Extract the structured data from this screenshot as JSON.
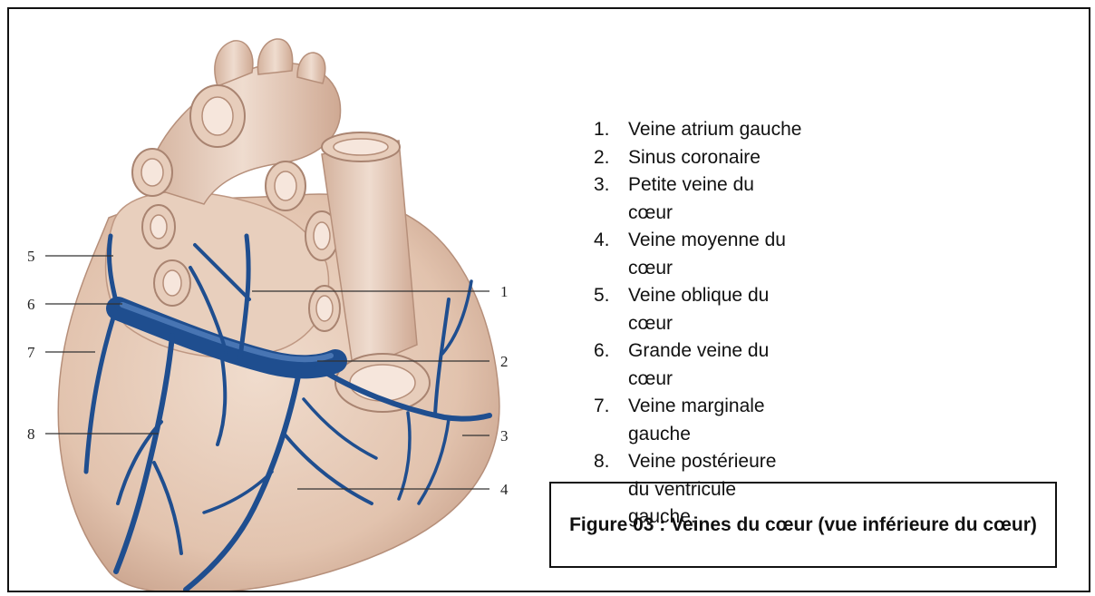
{
  "legend": [
    {
      "number": "1.",
      "text": "Veine atrium gauche"
    },
    {
      "number": "2.",
      "text": "Sinus coronaire"
    },
    {
      "number": "3.",
      "text": "Petite veine du cœur"
    },
    {
      "number": "4.",
      "text": "Veine moyenne du cœur"
    },
    {
      "number": "5.",
      "text": "Veine oblique du cœur"
    },
    {
      "number": "6.",
      "text": "Grande veine du cœur"
    },
    {
      "number": "7.",
      "text": "Veine marginale gauche"
    },
    {
      "number": "8.",
      "text": "Veine postérieure du ventricule gauche."
    }
  ],
  "callouts": {
    "left": [
      "5",
      "6",
      "7",
      "8"
    ],
    "right": [
      "1",
      "2",
      "3",
      "4"
    ]
  },
  "caption": "Figure 03 : Veines du cœur (vue inférieure du cœur)",
  "colors": {
    "heart_tissue": "#e6cbb8",
    "heart_shadow": "#c9a692",
    "vein_blue": "#1f4e8f",
    "vein_highlight": "#5a86c2",
    "frame": "#111111"
  }
}
